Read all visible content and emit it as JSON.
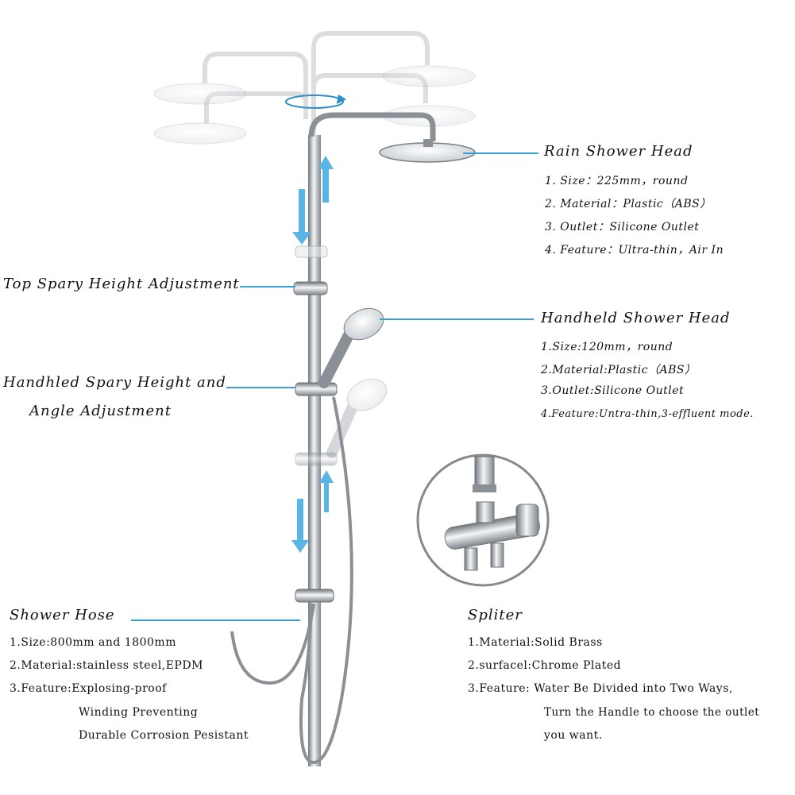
{
  "rain": {
    "title": "Rain Shower Head",
    "items": [
      "1. Size：225mm，round",
      "2. Material：Plastic（ABS）",
      "3. Outlet：Silicone Outlet",
      "4. Feature：Ultra-thin，Air In"
    ]
  },
  "top_adjust": {
    "title": "Top Spary Height Adjustment"
  },
  "handheld": {
    "title": "Handheld Shower Head",
    "items": [
      "1.Size:120mm，round",
      "2.Material:Plastic（ABS）",
      "3.Outlet:Silicone Outlet",
      "4.Feature:Untra-thin,3-effluent mode."
    ]
  },
  "handheld_adjust": {
    "title_line1": "Handhled Spary Height and",
    "title_line2": "Angle Adjustment"
  },
  "hose": {
    "title": "Shower Hose",
    "items": [
      "1.Size:800mm and 1800mm",
      "2.Material:stainless steel,EPDM",
      "3.Feature:Explosing-proof"
    ],
    "feature_cont": [
      "Winding Preventing",
      "Durable Corrosion Pesistant"
    ]
  },
  "splitter": {
    "title": "Spliter",
    "items": [
      "1.Material:Solid Brass",
      "2.surfacel:Chrome Plated",
      "3.Feature: Water Be Divided into Two Ways,"
    ],
    "feature_cont": [
      "Turn the Handle to choose the outlet",
      "you want."
    ]
  },
  "colors": {
    "leader": "#3aa0d8",
    "chrome": "#9aa0a6",
    "arrow": "#5ab4e6"
  }
}
